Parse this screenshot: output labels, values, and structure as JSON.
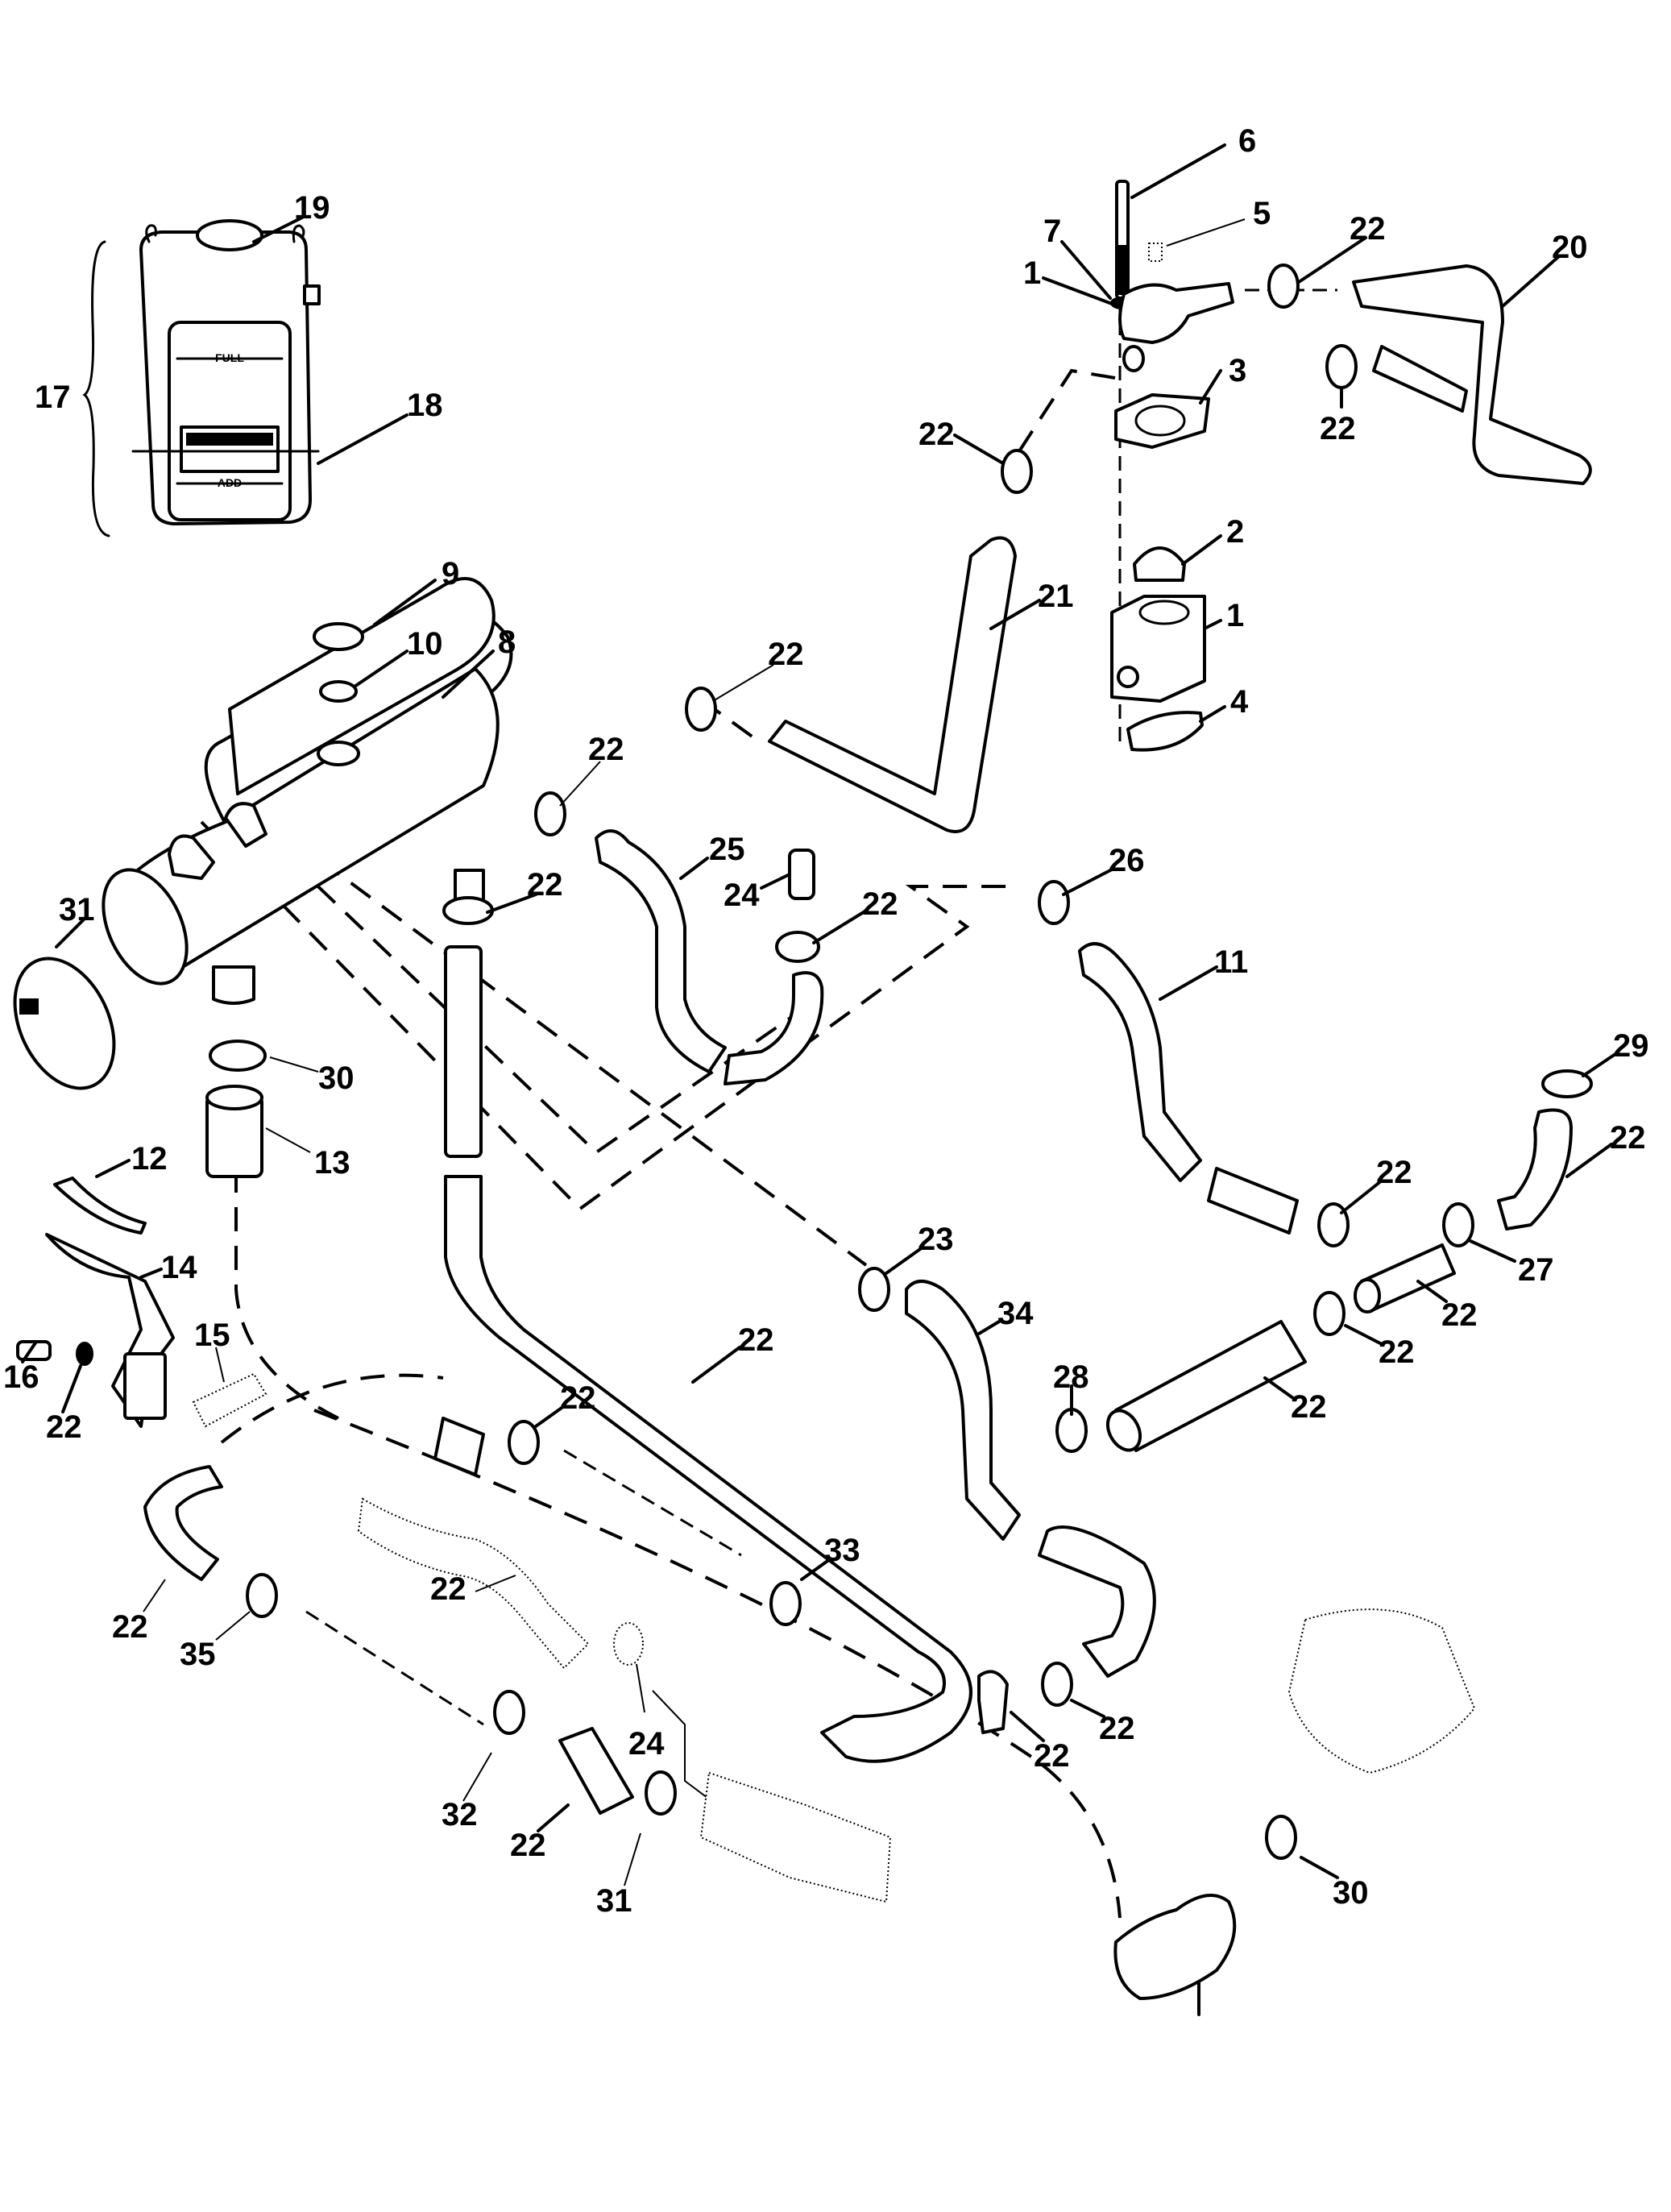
{
  "diagram": {
    "type": "exploded-parts-diagram",
    "subject": "Closed cooling system hoses and components",
    "tank_markings": {
      "full": "FULL",
      "add": "ADD"
    },
    "callouts": [
      {
        "id": "c6",
        "number": "6",
        "part": "bolt"
      },
      {
        "id": "c5",
        "number": "5",
        "part": "plug"
      },
      {
        "id": "c7",
        "number": "7",
        "part": "washer"
      },
      {
        "id": "c1a",
        "number": "1",
        "part": "thermostat-housing-cover"
      },
      {
        "id": "c22a",
        "number": "22",
        "part": "hose-clamp"
      },
      {
        "id": "c20",
        "number": "20",
        "part": "hose"
      },
      {
        "id": "c3",
        "number": "3",
        "part": "gasket"
      },
      {
        "id": "c22b",
        "number": "22",
        "part": "hose-clamp"
      },
      {
        "id": "c22c",
        "number": "22",
        "part": "hose-clamp"
      },
      {
        "id": "c2",
        "number": "2",
        "part": "thermostat"
      },
      {
        "id": "c1b",
        "number": "1",
        "part": "thermostat-housing"
      },
      {
        "id": "c21",
        "number": "21",
        "part": "hose"
      },
      {
        "id": "c4",
        "number": "4",
        "part": "gasket"
      },
      {
        "id": "c19",
        "number": "19",
        "part": "pressure-cap"
      },
      {
        "id": "c17",
        "number": "17",
        "part": "coolant-recovery-kit"
      },
      {
        "id": "c18",
        "number": "18",
        "part": "reservoir-bottle"
      },
      {
        "id": "c9",
        "number": "9",
        "part": "cap"
      },
      {
        "id": "c10",
        "number": "10",
        "part": "gasket"
      },
      {
        "id": "c8",
        "number": "8",
        "part": "heat-exchanger"
      },
      {
        "id": "c22d",
        "number": "22",
        "part": "hose-clamp"
      },
      {
        "id": "c22e",
        "number": "22",
        "part": "hose-clamp"
      },
      {
        "id": "c25",
        "number": "25",
        "part": "hose"
      },
      {
        "id": "c24a",
        "number": "24",
        "part": "fitting"
      },
      {
        "id": "c22f",
        "number": "22",
        "part": "hose-clamp"
      },
      {
        "id": "c22g",
        "number": "22",
        "part": "hose-clamp"
      },
      {
        "id": "c26",
        "number": "26",
        "part": "hose"
      },
      {
        "id": "c11",
        "number": "11",
        "part": "clamp"
      },
      {
        "id": "c31a",
        "number": "31",
        "part": "hose-clamp"
      },
      {
        "id": "c30a",
        "number": "30",
        "part": "hose"
      },
      {
        "id": "c13",
        "number": "13",
        "part": "strap"
      },
      {
        "id": "c12",
        "number": "12",
        "part": "bracket"
      },
      {
        "id": "c14",
        "number": "14",
        "part": "spacer"
      },
      {
        "id": "c15",
        "number": "15",
        "part": "screw"
      },
      {
        "id": "c16",
        "number": "16",
        "part": "lockwasher"
      },
      {
        "id": "c22h",
        "number": "22",
        "part": "hose-clamp"
      },
      {
        "id": "c29",
        "number": "29",
        "part": "hose"
      },
      {
        "id": "c22i",
        "number": "22",
        "part": "hose-clamp"
      },
      {
        "id": "c22j",
        "number": "22",
        "part": "hose-clamp"
      },
      {
        "id": "c27",
        "number": "27",
        "part": "tee-fitting"
      },
      {
        "id": "c22k",
        "number": "22",
        "part": "hose-clamp"
      },
      {
        "id": "c22l",
        "number": "22",
        "part": "hose-clamp"
      },
      {
        "id": "c28",
        "number": "28",
        "part": "hose"
      },
      {
        "id": "c22m",
        "number": "22",
        "part": "hose-clamp"
      },
      {
        "id": "c23",
        "number": "23",
        "part": "hose"
      },
      {
        "id": "c34",
        "number": "34",
        "part": "hose"
      },
      {
        "id": "c22n",
        "number": "22",
        "part": "hose-clamp"
      },
      {
        "id": "c22o",
        "number": "22",
        "part": "hose-clamp"
      },
      {
        "id": "c33",
        "number": "33",
        "part": "hose"
      },
      {
        "id": "c22p",
        "number": "22",
        "part": "hose-clamp"
      },
      {
        "id": "c35",
        "number": "35",
        "part": "hose"
      },
      {
        "id": "c22q",
        "number": "22",
        "part": "hose-clamp"
      },
      {
        "id": "c24b",
        "number": "24",
        "part": "fitting"
      },
      {
        "id": "c22r",
        "number": "22",
        "part": "hose-clamp"
      },
      {
        "id": "c22s",
        "number": "22",
        "part": "hose-clamp"
      },
      {
        "id": "c32",
        "number": "32",
        "part": "hose"
      },
      {
        "id": "c22t",
        "number": "22",
        "part": "hose-clamp"
      },
      {
        "id": "c31b",
        "number": "31",
        "part": "hose-clamp"
      },
      {
        "id": "c30b",
        "number": "30",
        "part": "hose"
      }
    ]
  }
}
